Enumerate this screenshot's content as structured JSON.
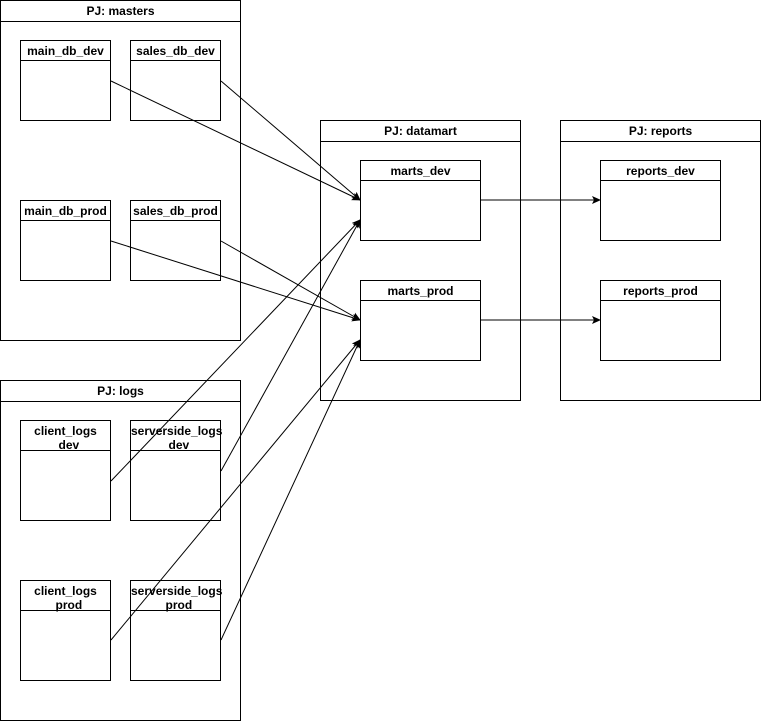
{
  "containers": {
    "masters": {
      "title": "PJ: masters"
    },
    "logs": {
      "title": "PJ: logs"
    },
    "datamart": {
      "title": "PJ: datamart"
    },
    "reports": {
      "title": "PJ: reports"
    }
  },
  "tables": {
    "main_db_dev": "main_db_dev",
    "sales_db_dev": "sales_db_dev",
    "main_db_prod": "main_db_prod",
    "sales_db_prod": "sales_db_prod",
    "client_logs_dev_1": "client_logs",
    "client_logs_dev_2": "_dev",
    "serverside_logs_dev_1": "serverside_logs",
    "serverside_logs_dev_2": "_dev",
    "client_logs_prod_1": "client_logs",
    "client_logs_prod_2": "_prod",
    "serverside_logs_prod_1": "serverside_logs",
    "serverside_logs_prod_2": "_prod",
    "marts_dev": "marts_dev",
    "marts_prod": "marts_prod",
    "reports_dev": "reports_dev",
    "reports_prod": "reports_prod"
  },
  "edges": [
    {
      "from": "main_db_dev",
      "to": "marts_dev"
    },
    {
      "from": "sales_db_dev",
      "to": "marts_dev"
    },
    {
      "from": "main_db_prod",
      "to": "marts_prod"
    },
    {
      "from": "sales_db_prod",
      "to": "marts_prod"
    },
    {
      "from": "client_logs_dev",
      "to": "marts_dev"
    },
    {
      "from": "serverside_logs_dev",
      "to": "marts_dev"
    },
    {
      "from": "client_logs_prod",
      "to": "marts_prod"
    },
    {
      "from": "serverside_logs_prod",
      "to": "marts_prod"
    },
    {
      "from": "marts_dev",
      "to": "reports_dev"
    },
    {
      "from": "marts_prod",
      "to": "reports_prod"
    }
  ]
}
